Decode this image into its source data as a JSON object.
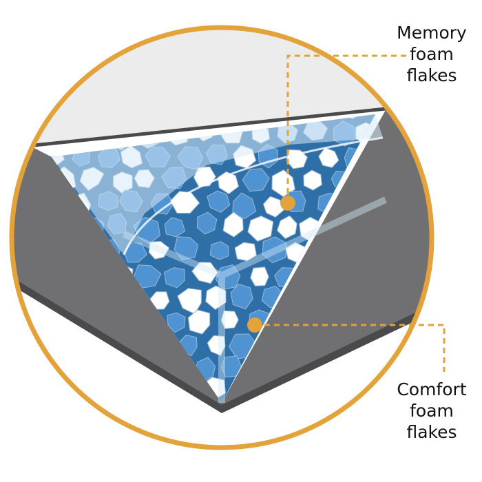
{
  "labels": {
    "memory": {
      "lines": [
        "Memory",
        "foam",
        "flakes"
      ]
    },
    "comfort": {
      "lines": [
        "Comfort",
        "foam",
        "flakes"
      ]
    }
  },
  "colors": {
    "ring": "#e3a23a",
    "gray_side": "#6e6e70",
    "fleece": "#ececec",
    "blue_flake": "#4f93d2",
    "light_flake": "#bcd9f0",
    "white_flake": "#ffffff",
    "callout": "#e3a23a"
  }
}
